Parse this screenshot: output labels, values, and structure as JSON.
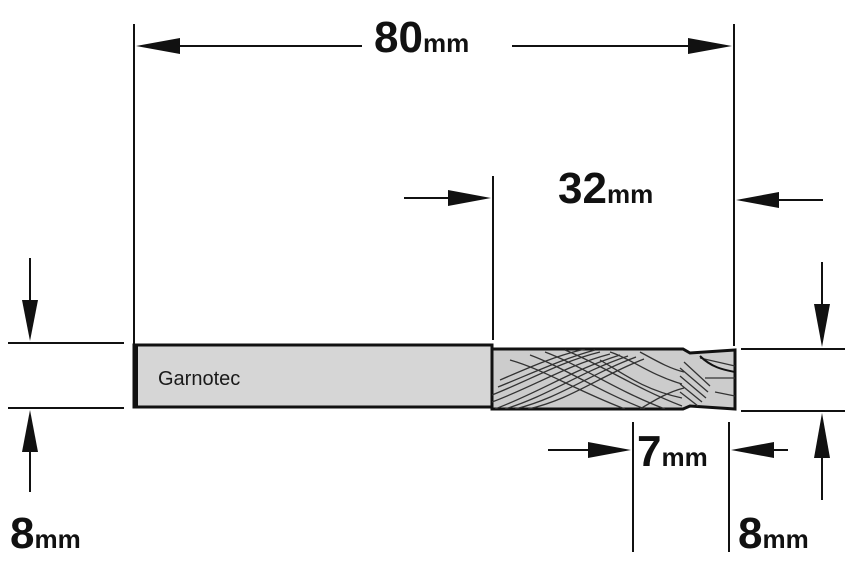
{
  "dimensions": {
    "total_length": {
      "value": "80",
      "unit": "mm"
    },
    "cutting_length": {
      "value": "32",
      "unit": "mm"
    },
    "tip_length": {
      "value": "7",
      "unit": "mm"
    },
    "shank_diameter": {
      "value": "8",
      "unit": "mm"
    },
    "cutting_diameter": {
      "value": "8",
      "unit": "mm"
    }
  },
  "brand": "Garnotec",
  "colors": {
    "line": "#111111",
    "shank_fill": "#d6d6d6",
    "flute_fill": "#cccccc",
    "flute_lines": "#333333"
  }
}
